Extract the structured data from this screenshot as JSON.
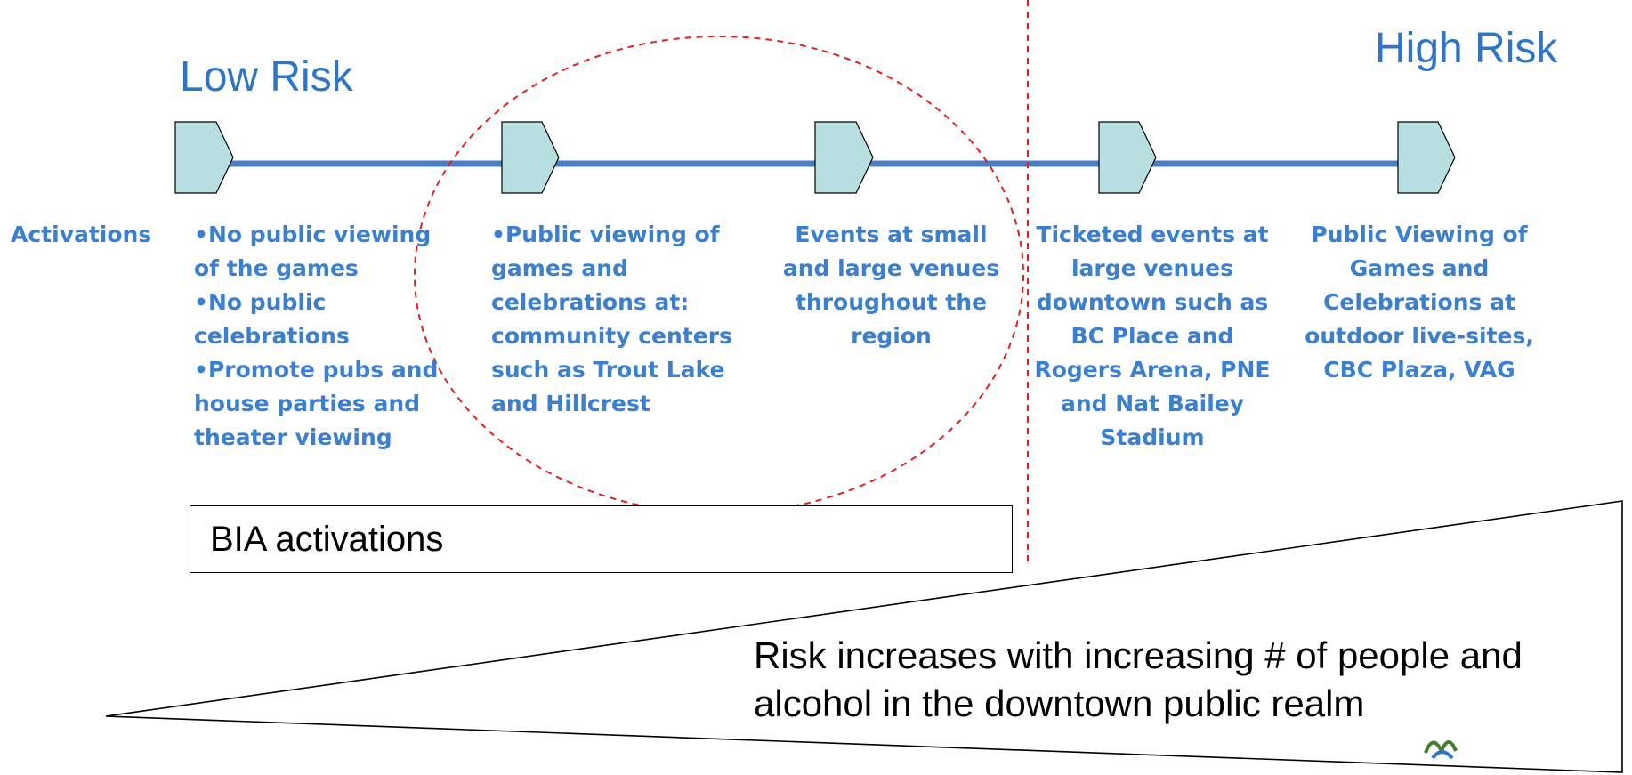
{
  "labels": {
    "low_risk": "Low Risk",
    "high_risk": "High Risk",
    "row_label": "Activations"
  },
  "columns": [
    {
      "bullets": [
        "•No public viewing of the games",
        "•No public celebrations",
        "•Promote pubs and house parties and theater viewing"
      ]
    },
    {
      "bullets": [
        "•Public viewing of games and celebrations at: community centers such as Trout Lake and Hillcrest"
      ]
    },
    {
      "text": "Events at small and large venues throughout the region"
    },
    {
      "text": "Ticketed events at large venues downtown such as BC Place and Rogers Arena, PNE and Nat Bailey Stadium"
    },
    {
      "text": "Public Viewing of Games and Celebrations at outdoor live-sites, CBC Plaza, VAG"
    }
  ],
  "bia_box": "BIA activations",
  "risk_note": "Risk increases with increasing # of people and alcohol in the downtown public realm",
  "colors": {
    "timeline": "#4a7fc4",
    "marker_fill": "#b8dfe0",
    "label_blue": "#2e74c8",
    "dashed_red": "#e02020"
  }
}
